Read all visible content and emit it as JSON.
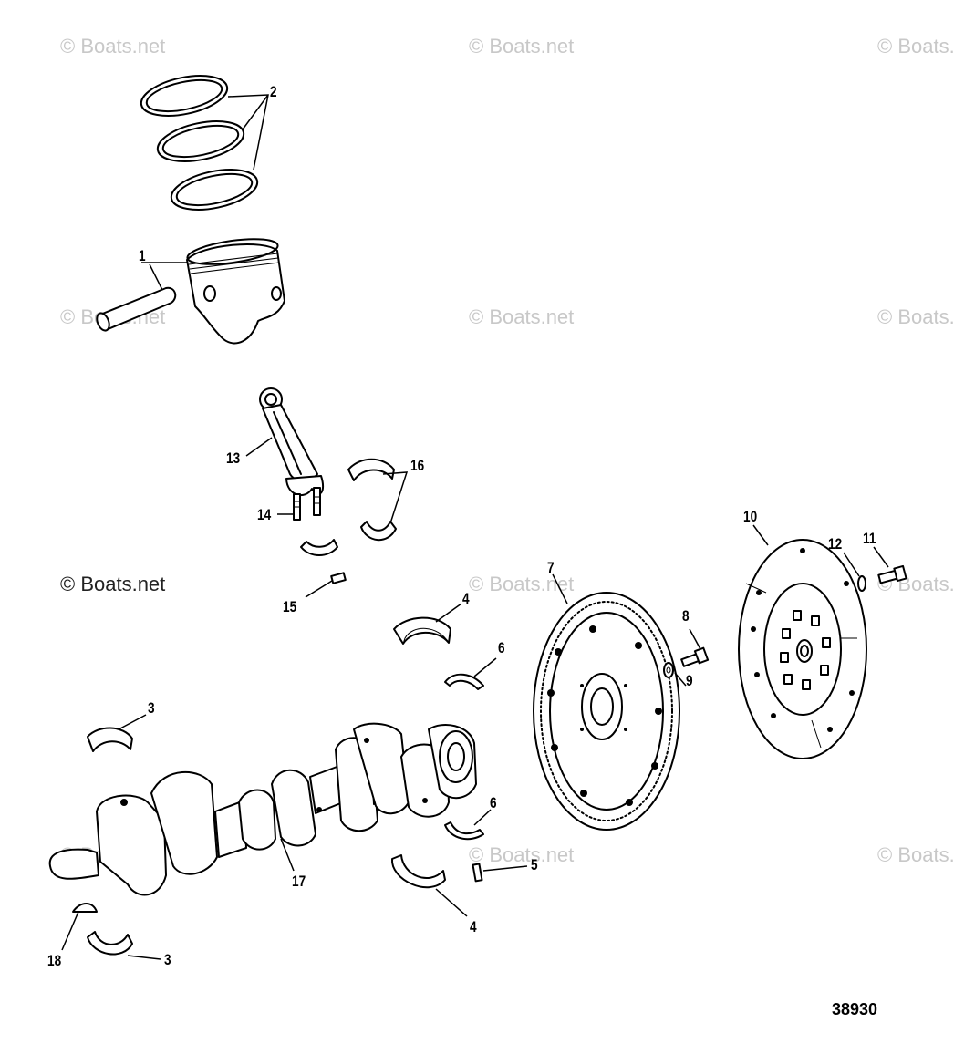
{
  "watermark": {
    "text": "© Boats.net"
  },
  "callouts": {
    "c1": "1",
    "c2": "2",
    "c3a": "3",
    "c3b": "3",
    "c4a": "4",
    "c4b": "4",
    "c5": "5",
    "c6a": "6",
    "c6b": "6",
    "c7": "7",
    "c8": "8",
    "c9": "9",
    "c10": "10",
    "c11": "11",
    "c12": "12",
    "c13": "13",
    "c14": "14",
    "c15": "15",
    "c16": "16",
    "c17": "17",
    "c18": "18"
  },
  "figure_number": "38930"
}
